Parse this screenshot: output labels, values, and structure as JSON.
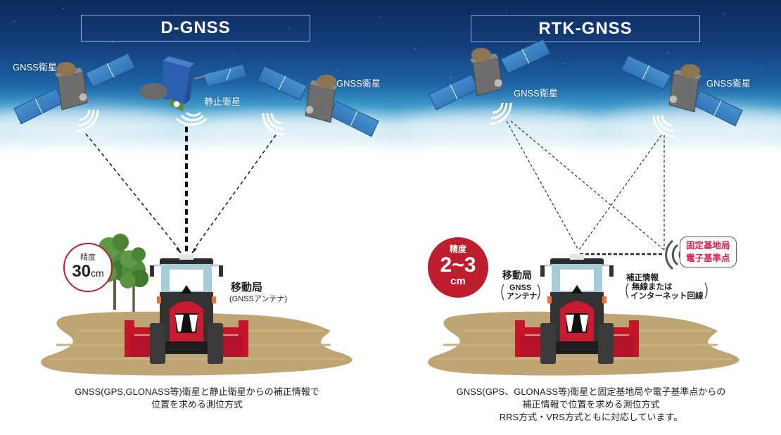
{
  "panels": {
    "left": {
      "title": "D-GNSS",
      "satellites": [
        {
          "label": "GNSS衛星"
        },
        {
          "label": "静止衛星"
        },
        {
          "label": "GNSS衛星"
        }
      ],
      "accuracy": {
        "label": "精度",
        "value": "30",
        "unit": "cm"
      },
      "rover": {
        "name": "移動局",
        "sub": "(GNSSアンテナ)"
      },
      "caption": [
        "GNSS(GPS,GLONASS等)衛星と静止衛星からの補正情報で",
        "位置を求める測位方式"
      ]
    },
    "right": {
      "title": "RTK-GNSS",
      "satellites": [
        {
          "label": "GNSS衛星"
        },
        {
          "label": "GNSS衛星"
        }
      ],
      "accuracy": {
        "label": "精度",
        "value": "2~3",
        "unit": "cm"
      },
      "rover": {
        "name": "移動局",
        "sub1": "GNSS",
        "sub2": "アンテナ"
      },
      "correction": {
        "title": "補正情報",
        "line1": "無線または",
        "line2": "インターネット回線"
      },
      "base_station": {
        "line1": "固定基地局",
        "line2": "電子基準点"
      },
      "caption": [
        "GNSS(GPS、GLONASS等)衛星と固定基地局や電子基準点からの",
        "補正情報で位置を求める測位方式",
        "RRS方式・VRS方式ともに対応しています。"
      ]
    }
  },
  "colors": {
    "accent_red": "#bf1e2e",
    "base_station_text": "#d21e4a",
    "soil": "#bfa574",
    "sky_top": "#0d2a5c"
  }
}
